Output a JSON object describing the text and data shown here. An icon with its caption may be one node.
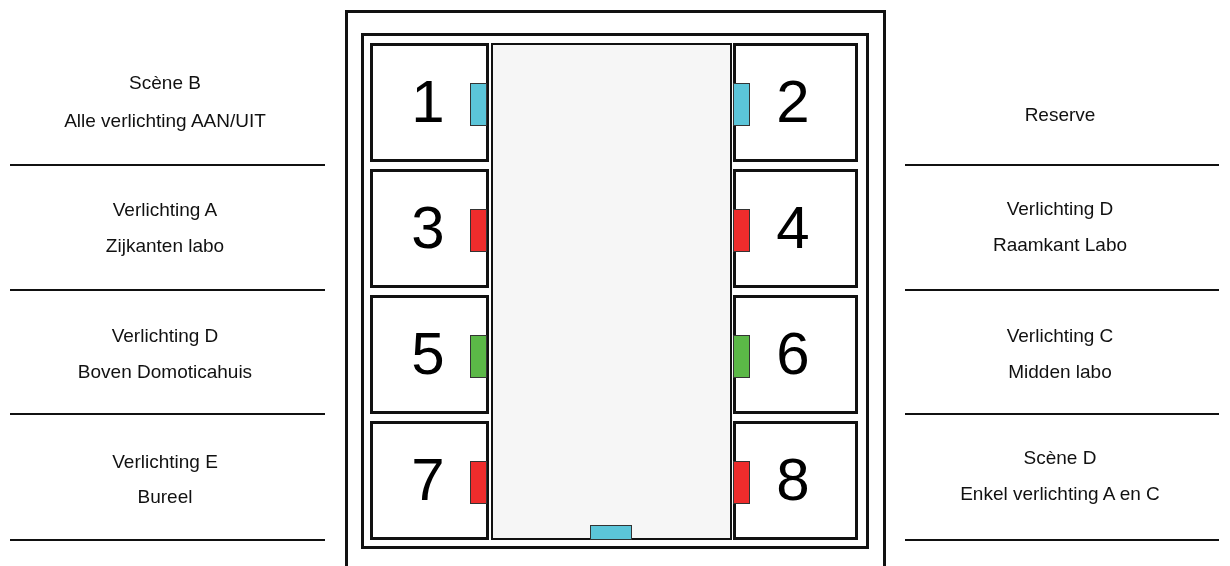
{
  "diagram": {
    "nodes": [
      {
        "text": [],
        "shape": "box"
      },
      {
        "text": [],
        "shape": "box",
        "in": 0
      },
      {
        "text": [
          "1"
        ],
        "in": 1
      },
      {
        "text": [
          "2"
        ],
        "in": 1
      },
      {
        "text": [
          "3"
        ],
        "in": 1
      },
      {
        "text": [
          "4"
        ],
        "in": 1
      },
      {
        "text": [
          "5"
        ],
        "in": 1
      },
      {
        "text": [
          "6"
        ],
        "in": 1
      },
      {
        "text": [
          "7"
        ],
        "in": 1
      },
      {
        "text": [
          "8"
        ],
        "in": 1
      },
      {
        "text": [],
        "shape": "box",
        "in": 1
      }
    ],
    "labels": [
      "Scène B",
      "Alle verlichting AAN/UIT",
      "Reserve",
      "Verlichting A",
      "Zijkanten labo",
      "Verlichting D",
      "Raamkant Labo",
      "Verlichting D",
      "Boven Domoticahuis",
      "Verlichting C",
      "Midden labo",
      "Verlichting E",
      "Bureel",
      "Scène D",
      "Enkel verlichting A en C"
    ]
  }
}
